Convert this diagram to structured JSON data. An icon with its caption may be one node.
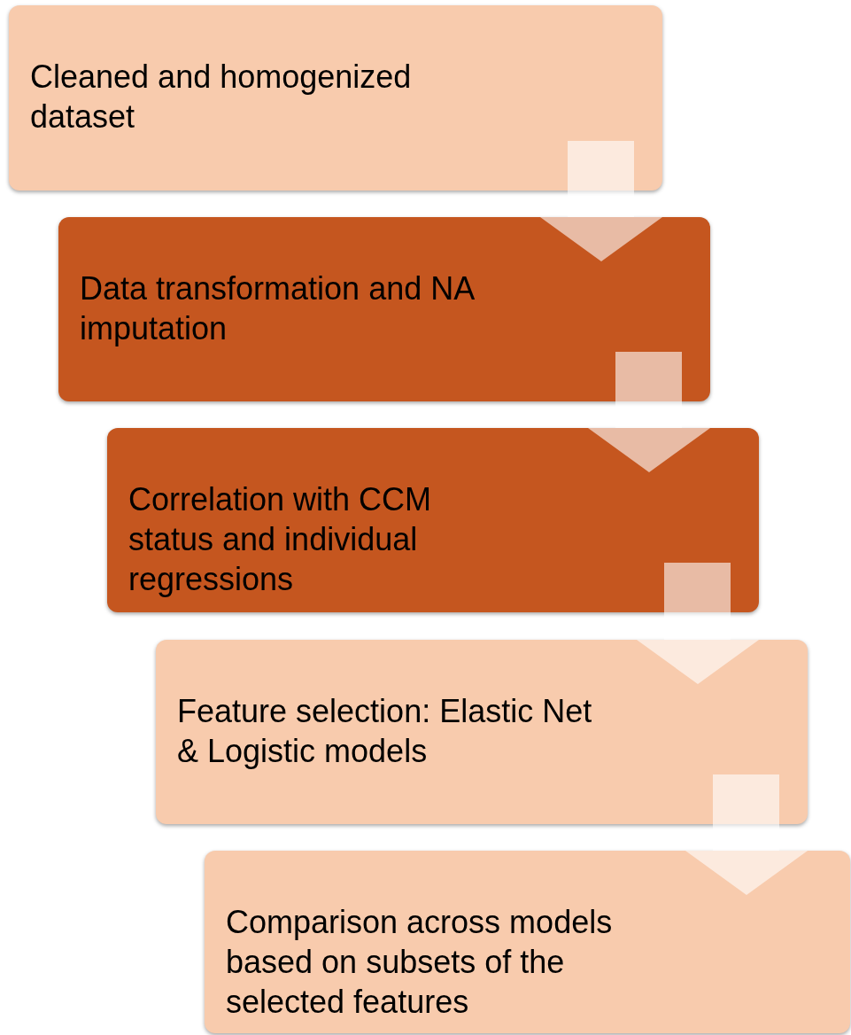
{
  "diagram": {
    "nodes": [
      {
        "text": [
          "Cleaned and homogenized dataset"
        ]
      },
      {
        "text": [
          "Data transformation and NA imputation"
        ]
      },
      {
        "text": [
          "Correlation with CCM status and individual regressions"
        ]
      },
      {
        "text": [
          "Feature selection: Elastic Net & Logistic models"
        ]
      },
      {
        "text": [
          "Comparison across models based on subsets of the selected features"
        ]
      }
    ],
    "edges": [
      {
        "from": 0,
        "to": 1,
        "arrow": "to"
      },
      {
        "from": 1,
        "to": 2,
        "arrow": "to"
      },
      {
        "from": 2,
        "to": 3,
        "arrow": "to"
      },
      {
        "from": 3,
        "to": 4,
        "arrow": "to"
      }
    ]
  }
}
